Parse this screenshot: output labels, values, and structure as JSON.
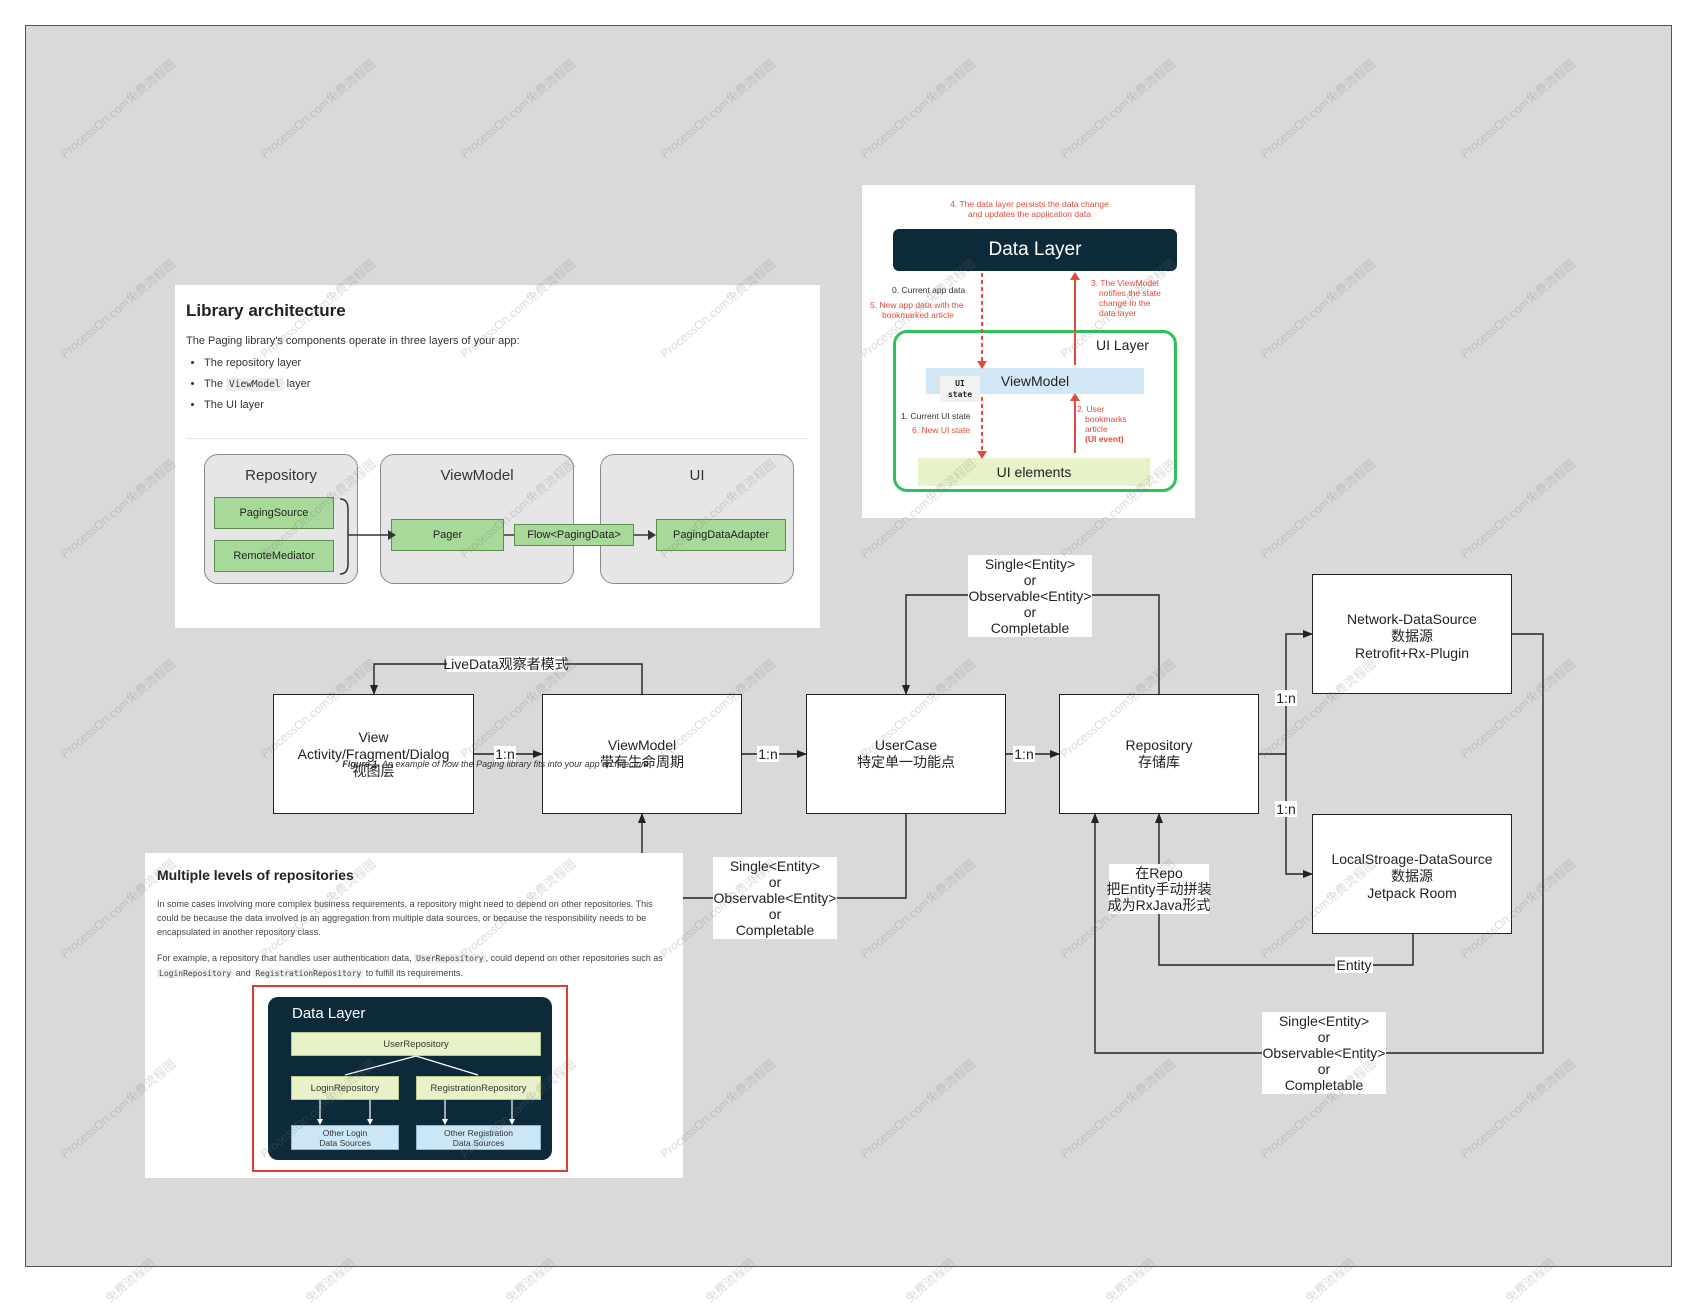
{
  "nodes": {
    "view": [
      "View",
      "Activity/Fragment/Dialog",
      "视图层"
    ],
    "viewmodel": [
      "ViewModel",
      "带有生命周期"
    ],
    "usercase": [
      "UserCase",
      "特定单一功能点"
    ],
    "repository": [
      "Repository",
      "存储库"
    ],
    "network": [
      "Network-DataSource",
      "数据源",
      "Retrofit+Rx-Plugin"
    ],
    "local": [
      "LocalStroage-DataSource",
      "数据源",
      "Jetpack Room"
    ]
  },
  "edge_labels": {
    "livedata": "LiveData观察者模式",
    "one_n": "1:n",
    "single_block": [
      "Single<Entity>",
      "or",
      "Observable<Entity>",
      "or",
      "Completable"
    ],
    "repo_note": [
      "在Repo",
      "把Entity手动拼装",
      "成为RxJava形式"
    ],
    "entity": "Entity"
  },
  "library_card": {
    "title": "Library architecture",
    "intro": "The Paging library's components operate in three layers of your app:",
    "bullets": [
      "The repository layer",
      "The",
      "ViewModel",
      "layer",
      "The UI layer"
    ],
    "groups": [
      "Repository",
      "ViewModel",
      "UI"
    ],
    "boxes": [
      "PagingSource",
      "RemoteMediator",
      "Pager",
      "Flow<PagingData>",
      "PagingDataAdapter"
    ],
    "caption_bold": "Figure 1.",
    "caption": "An example of how the Paging library fits into your app architecture."
  },
  "layer_card": {
    "note4": [
      "4. The data layer persists the data change",
      "and updates the application data"
    ],
    "data_layer": "Data Layer",
    "note0": "0. Current app data",
    "note5": [
      "5. New app data with the",
      "bookmarked article"
    ],
    "note3": [
      "3. The ViewModel",
      "notifies the state",
      "change to the",
      "data layer"
    ],
    "ui_layer": "UI Layer",
    "viewmodel": "ViewModel",
    "ui_state": [
      "UI",
      "state"
    ],
    "note1": "1. Current UI state",
    "note6": "6. New UI state",
    "note2": [
      "2. User",
      "bookmarks",
      "article",
      "(UI event)"
    ],
    "ui_elements": "UI elements"
  },
  "repo_card": {
    "title": "Multiple levels of repositories",
    "para1": "In some cases involving more complex business requirements, a repository might need to depend on other repositories. This could be because the data involved is an aggregation from multiple data sources, or because the responsibility needs to be encapsulated in another repository class.",
    "para2_a": "For example, a repository that handles user authentication data,",
    "code_user": "UserRepository",
    "para2_b": ", could depend on other repositories such as",
    "code_login": "LoginRepository",
    "para2_c": "and",
    "code_reg": "RegistrationRepository",
    "para2_d": "to fulfill its requirements.",
    "data_layer": "Data Layer",
    "user_repo": "UserRepository",
    "login_repo": "LoginRepository",
    "reg_repo": "RegistrationRepository",
    "login_src": [
      "Other Login",
      "Data Sources"
    ],
    "reg_src": [
      "Other Registration",
      "Data Sources"
    ]
  },
  "watermark": "ProcessOn.com免费流程图",
  "watermark_short": "免费流程图",
  "colors": {
    "canvas": "#d9d9d9",
    "data_layer": "#0d2a3a",
    "ui_green": "#2ec05a",
    "red": "#e04b3c",
    "paging_green": "#a7d99a"
  }
}
